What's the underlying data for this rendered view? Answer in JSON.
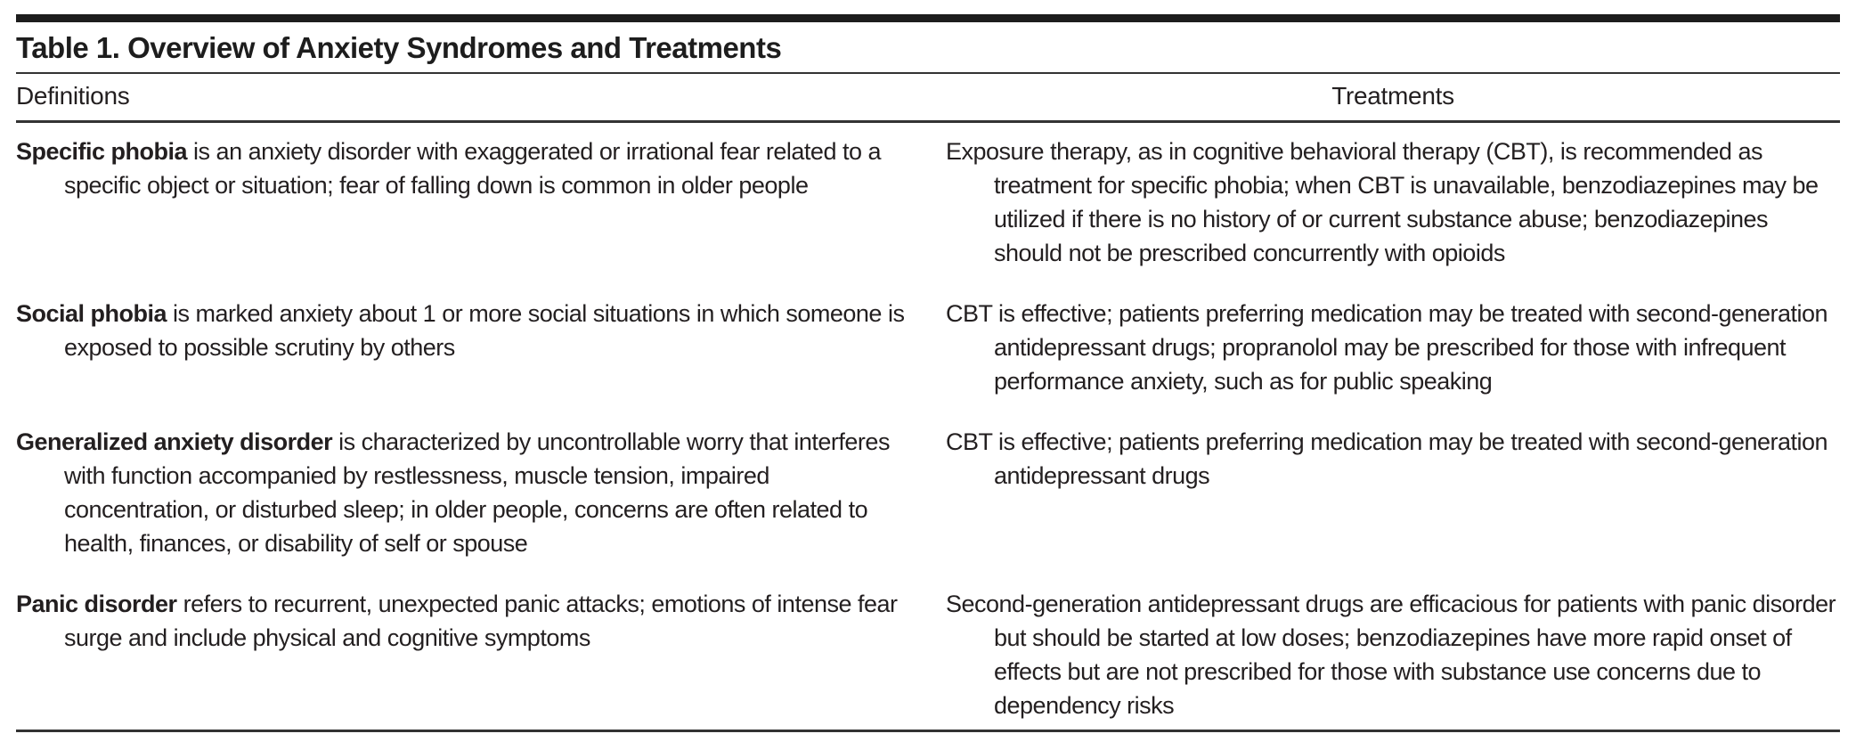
{
  "table": {
    "title": "Table 1. Overview of Anxiety Syndromes and Treatments",
    "columns": {
      "definitions": "Definitions",
      "treatments": "Treatments"
    },
    "rows": [
      {
        "term": "Specific phobia",
        "definition_rest": " is an anxiety disorder with exaggerated or irrational fear related to a specific object or situation; fear of falling down is common in older people",
        "treatment": "Exposure therapy, as in cognitive behavioral therapy (CBT), is recommended as treatment for specific phobia; when CBT is unavailable, benzodiazepines may be utilized if there is no history of or current substance abuse; benzodiazepines should not be prescribed concurrently with opioids"
      },
      {
        "term": "Social phobia",
        "definition_rest": " is marked anxiety about 1 or more social situations in which someone is exposed to possible scrutiny by others",
        "treatment": "CBT is effective; patients preferring medication may be treated with second-generation antidepressant drugs; propranolol may be prescribed for those with infrequent performance anxiety, such as for public speaking"
      },
      {
        "term": "Generalized anxiety disorder",
        "definition_rest": " is characterized by uncontrollable worry that interferes with function accompanied by restlessness, muscle tension, impaired concentration, or disturbed sleep; in older people, concerns are often related to health, finances, or disability of self or spouse",
        "treatment": "CBT is effective; patients preferring medication may be treated with second-generation antidepressant drugs"
      },
      {
        "term": "Panic disorder",
        "definition_rest": " refers to recurrent, unexpected panic attacks; emotions of intense fear surge and include physical and cognitive symptoms",
        "treatment": "Second-generation antidepressant drugs are efficacious for patients with panic disorder but should be started at low doses; benzodiazepines have more rapid onset of effects but are not prescribed for those with substance use concerns due to dependency risks"
      }
    ],
    "text_color": "#231f20",
    "rule_color": "#333333"
  }
}
